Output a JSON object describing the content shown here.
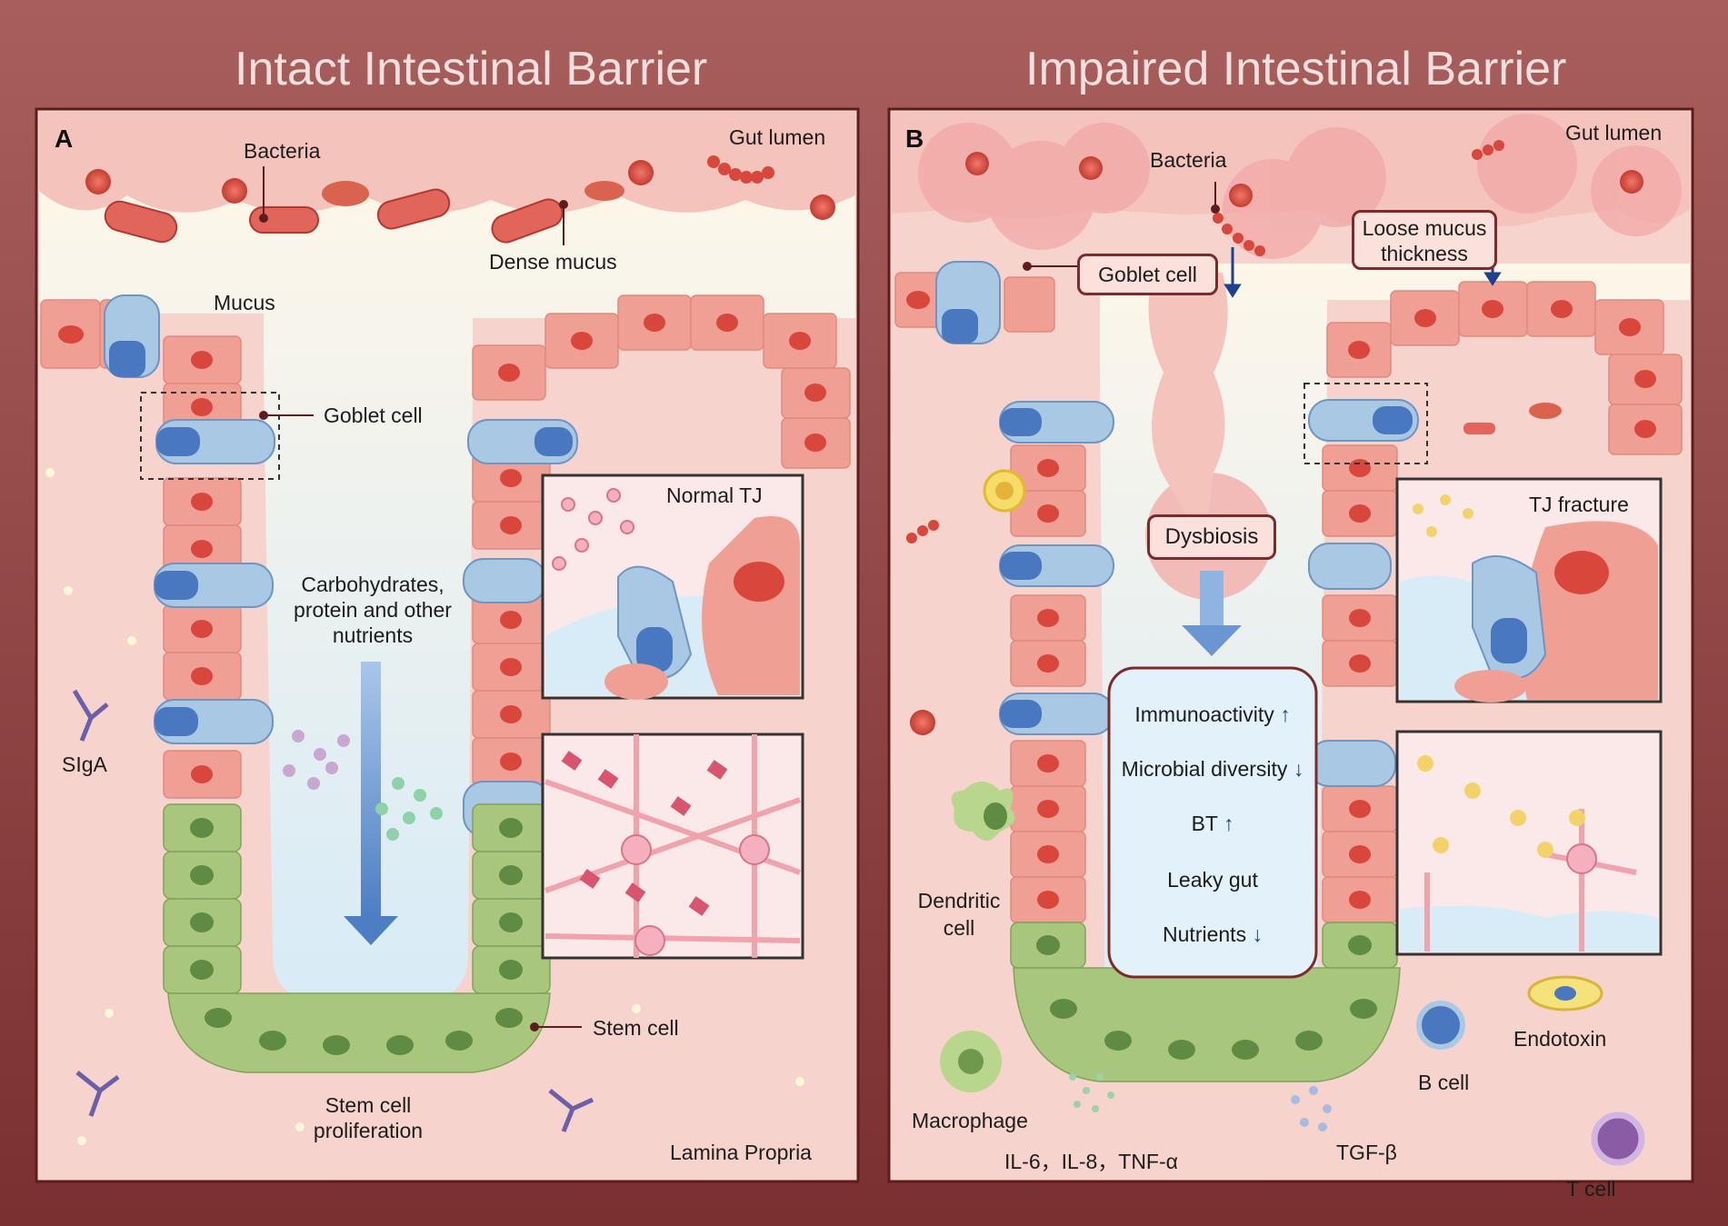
{
  "panel_a": {
    "title": "Intact Intestinal Barrier",
    "letter": "A",
    "labels": {
      "gut_lumen": "Gut lumen",
      "bacteria": "Bacteria",
      "dense_mucus": "Dense mucus",
      "mucus": "Mucus",
      "goblet_cell": "Goblet cell",
      "normal_tj": "Normal TJ",
      "nutrients_l1": "Carbohydrates,",
      "nutrients_l2": "protein and other",
      "nutrients_l3": "nutrients",
      "siga": "SIgA",
      "stem_cell": "Stem cell",
      "prolif_l1": "Stem cell",
      "prolif_l2": "proliferation",
      "lamina_propria": "Lamina Propria"
    }
  },
  "panel_b": {
    "title": "Impaired Intestinal Barrier",
    "letter": "B",
    "labels": {
      "gut_lumen": "Gut lumen",
      "bacteria": "Bacteria",
      "goblet_cell": "Goblet cell",
      "loose_l1": "Loose mucus",
      "loose_l2": "thickness",
      "dysbiosis": "Dysbiosis",
      "tj_fracture": "TJ fracture",
      "dendritic_l1": "Dendritic",
      "dendritic_l2": "cell",
      "macrophage": "Macrophage",
      "cytokines": "IL-6，IL-8，TNF-α",
      "tgf": "TGF-β",
      "b_cell": "B cell",
      "endotoxin": "Endotoxin",
      "t_cell": "T cell"
    },
    "effects": [
      {
        "text": "Immunoactivity",
        "arrow": "↑"
      },
      {
        "text": "Microbial diversity",
        "arrow": "↓"
      },
      {
        "text": "BT",
        "arrow": "↑"
      },
      {
        "text": "Leaky gut",
        "arrow": ""
      },
      {
        "text": "Nutrients",
        "arrow": "↓"
      }
    ]
  },
  "colors": {
    "frame": "#8b3b3b",
    "panel_bg": "#f7d2cc",
    "lumen": "#fdf5e8",
    "enterocyte": "#ef9f93",
    "nucleus": "#d9463c",
    "stem_cell": "#a8c77c",
    "stem_nucleus": "#5f8b44",
    "goblet": "#a9c8e4",
    "goblet_nucleus": "#4a78c0",
    "arrow_blue": "#1f3f8f"
  }
}
